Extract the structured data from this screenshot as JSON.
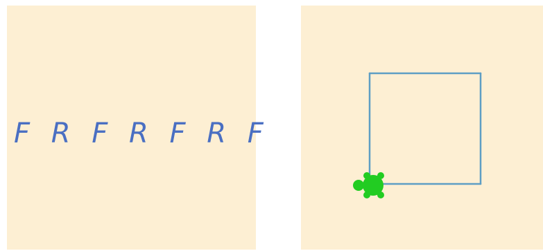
{
  "program": {
    "commands": [
      "F",
      "R",
      "F",
      "R",
      "F",
      "R",
      "F"
    ]
  },
  "colors": {
    "background": "#fdefd3",
    "text": "#4a6fc2",
    "path": "#5e9ec4",
    "turtle": "#22cc22"
  },
  "icons": {
    "turtle": "turtle-icon"
  }
}
